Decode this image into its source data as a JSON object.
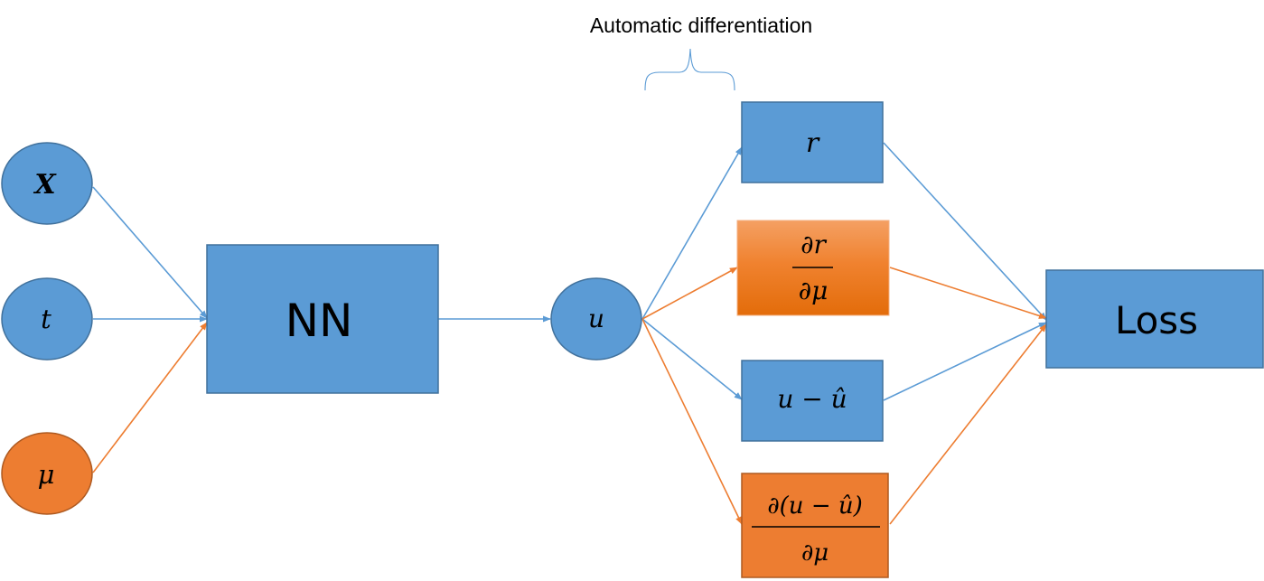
{
  "annotation": {
    "label": "Automatic differentiation"
  },
  "inputs": [
    {
      "id": "x",
      "label": "X",
      "color": "#5b9bd5"
    },
    {
      "id": "t",
      "label": "t",
      "color": "#5b9bd5"
    },
    {
      "id": "mu",
      "label": "μ",
      "color": "#ed7d31"
    }
  ],
  "nn": {
    "label": "NN"
  },
  "output": {
    "label": "u"
  },
  "terms": {
    "residual": "r",
    "dr_dmu": {
      "numerator": "∂r",
      "denominator": "∂μ"
    },
    "data_error": "u − û",
    "derr_dmu": {
      "numerator": "∂(u − û)",
      "denominator": "∂μ"
    }
  },
  "loss": {
    "label": "Loss"
  },
  "colors": {
    "blue_fill": "#5b9bd5",
    "blue_stroke": "#41719c",
    "orange_fill": "#ed7d31",
    "orange_stroke": "#ae5a21",
    "orange_gradient_top": "#f4a063",
    "orange_gradient_bottom": "#e36c0a",
    "blue_edge": "#5b9bd5",
    "orange_edge": "#ed7d31"
  }
}
